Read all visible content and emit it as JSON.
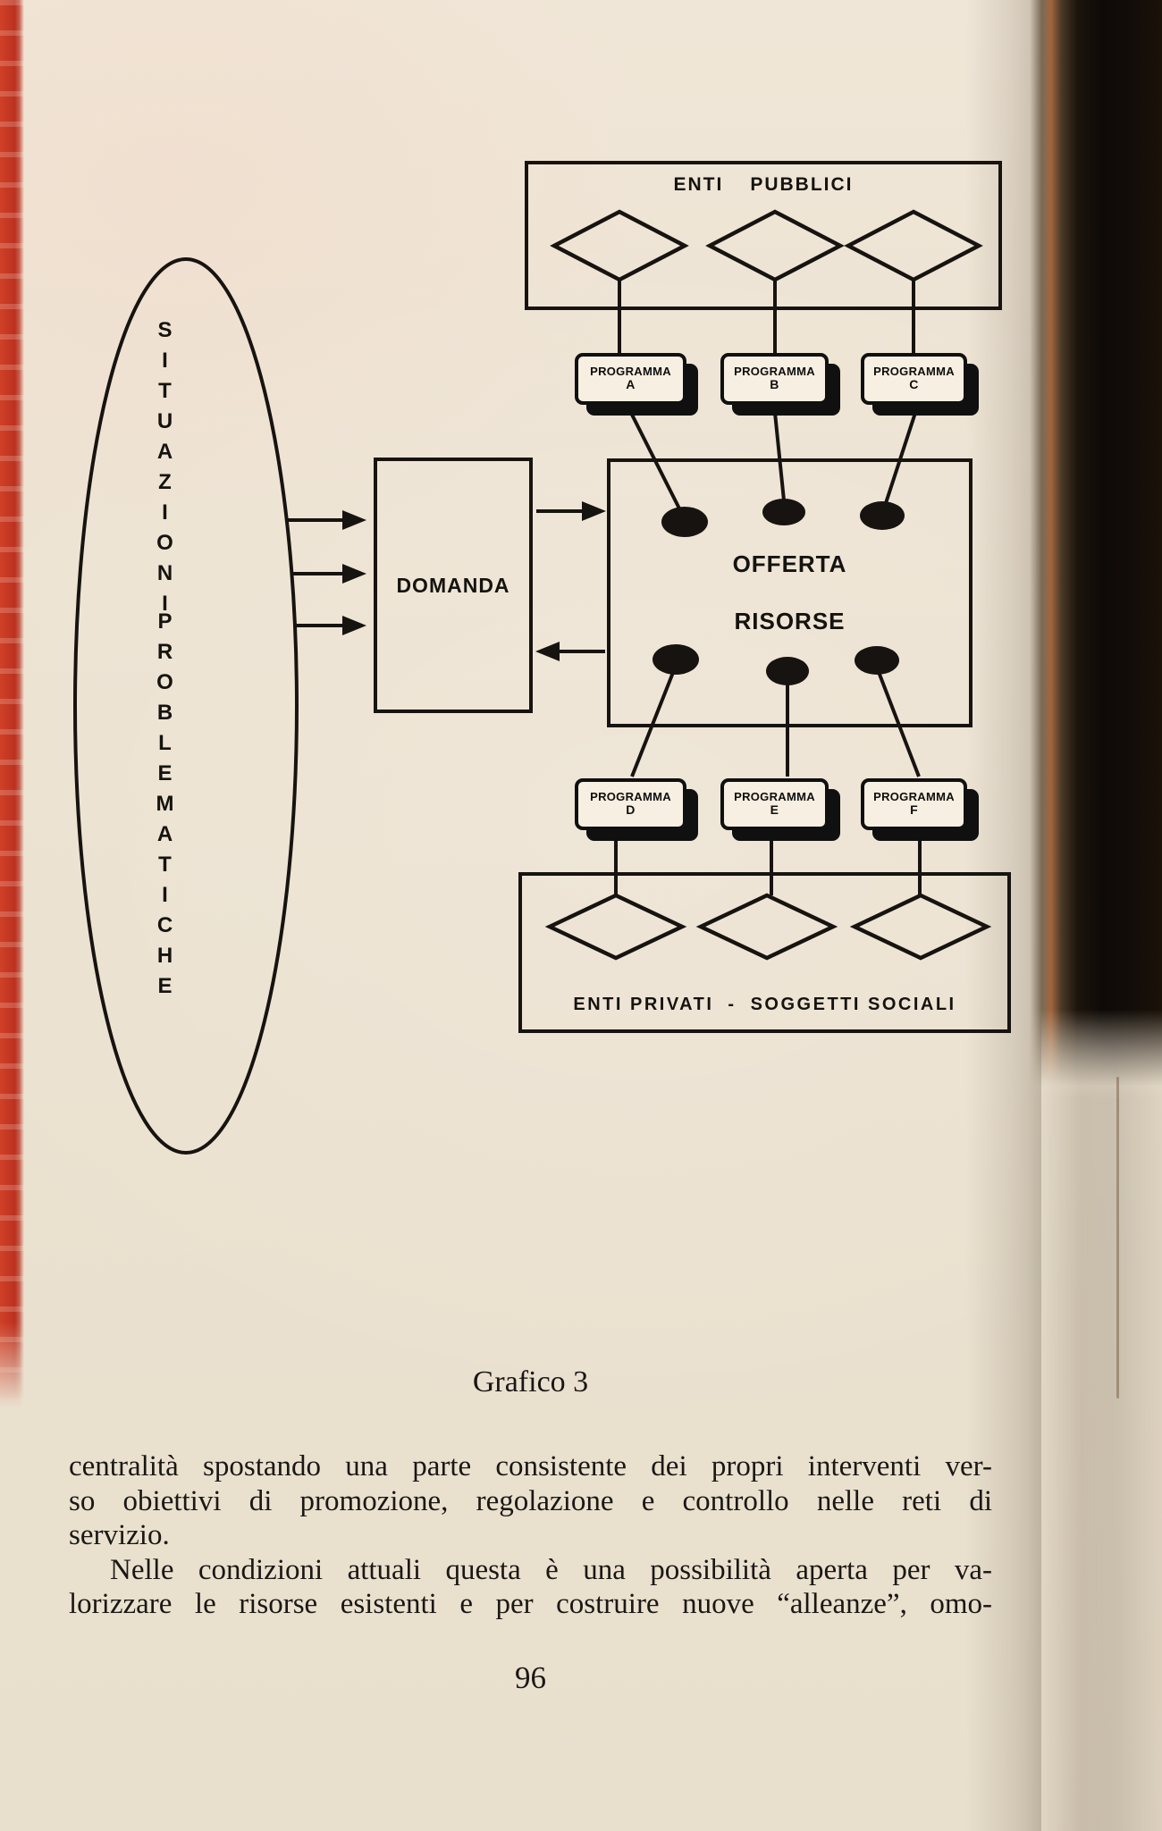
{
  "diagram": {
    "top_box": {
      "word1": "ENTI",
      "word2": "PUBBLICI"
    },
    "programs": [
      {
        "title": "PROGRAMMA",
        "letter": "A"
      },
      {
        "title": "PROGRAMMA",
        "letter": "B"
      },
      {
        "title": "PROGRAMMA",
        "letter": "C"
      },
      {
        "title": "PROGRAMMA",
        "letter": "D"
      },
      {
        "title": "PROGRAMMA",
        "letter": "E"
      },
      {
        "title": "PROGRAMMA",
        "letter": "F"
      }
    ],
    "ellipse": {
      "word1": "SITUAZIONI",
      "word2": "PROBLEMATICHE"
    },
    "domanda_label": "DOMANDA",
    "offerta": {
      "line1": "OFFERTA",
      "line2": "RISORSE"
    },
    "bottom_box": {
      "word1": "ENTI PRIVATI",
      "sep": "-",
      "word2": "SOGGETTI SOCIALI"
    }
  },
  "caption": "Grafico 3",
  "body": {
    "lines": [
      "centralità spostando una parte consistente dei propri interventi ver-",
      "so obiettivi di promozione,  regolazione e controllo nelle reti di",
      "servizio.",
      "Nelle condizioni attuali questa è una possibilità aperta per va-",
      "lorizzare le risorse esistenti e per costruire nuove “alleanze”, omo-"
    ]
  },
  "page": {
    "number": "96"
  },
  "colors": {
    "ink": "#171310",
    "paper": "#ece2d1",
    "book_edge_red": "#c23522",
    "gutter_dark": "#0e0a07"
  }
}
